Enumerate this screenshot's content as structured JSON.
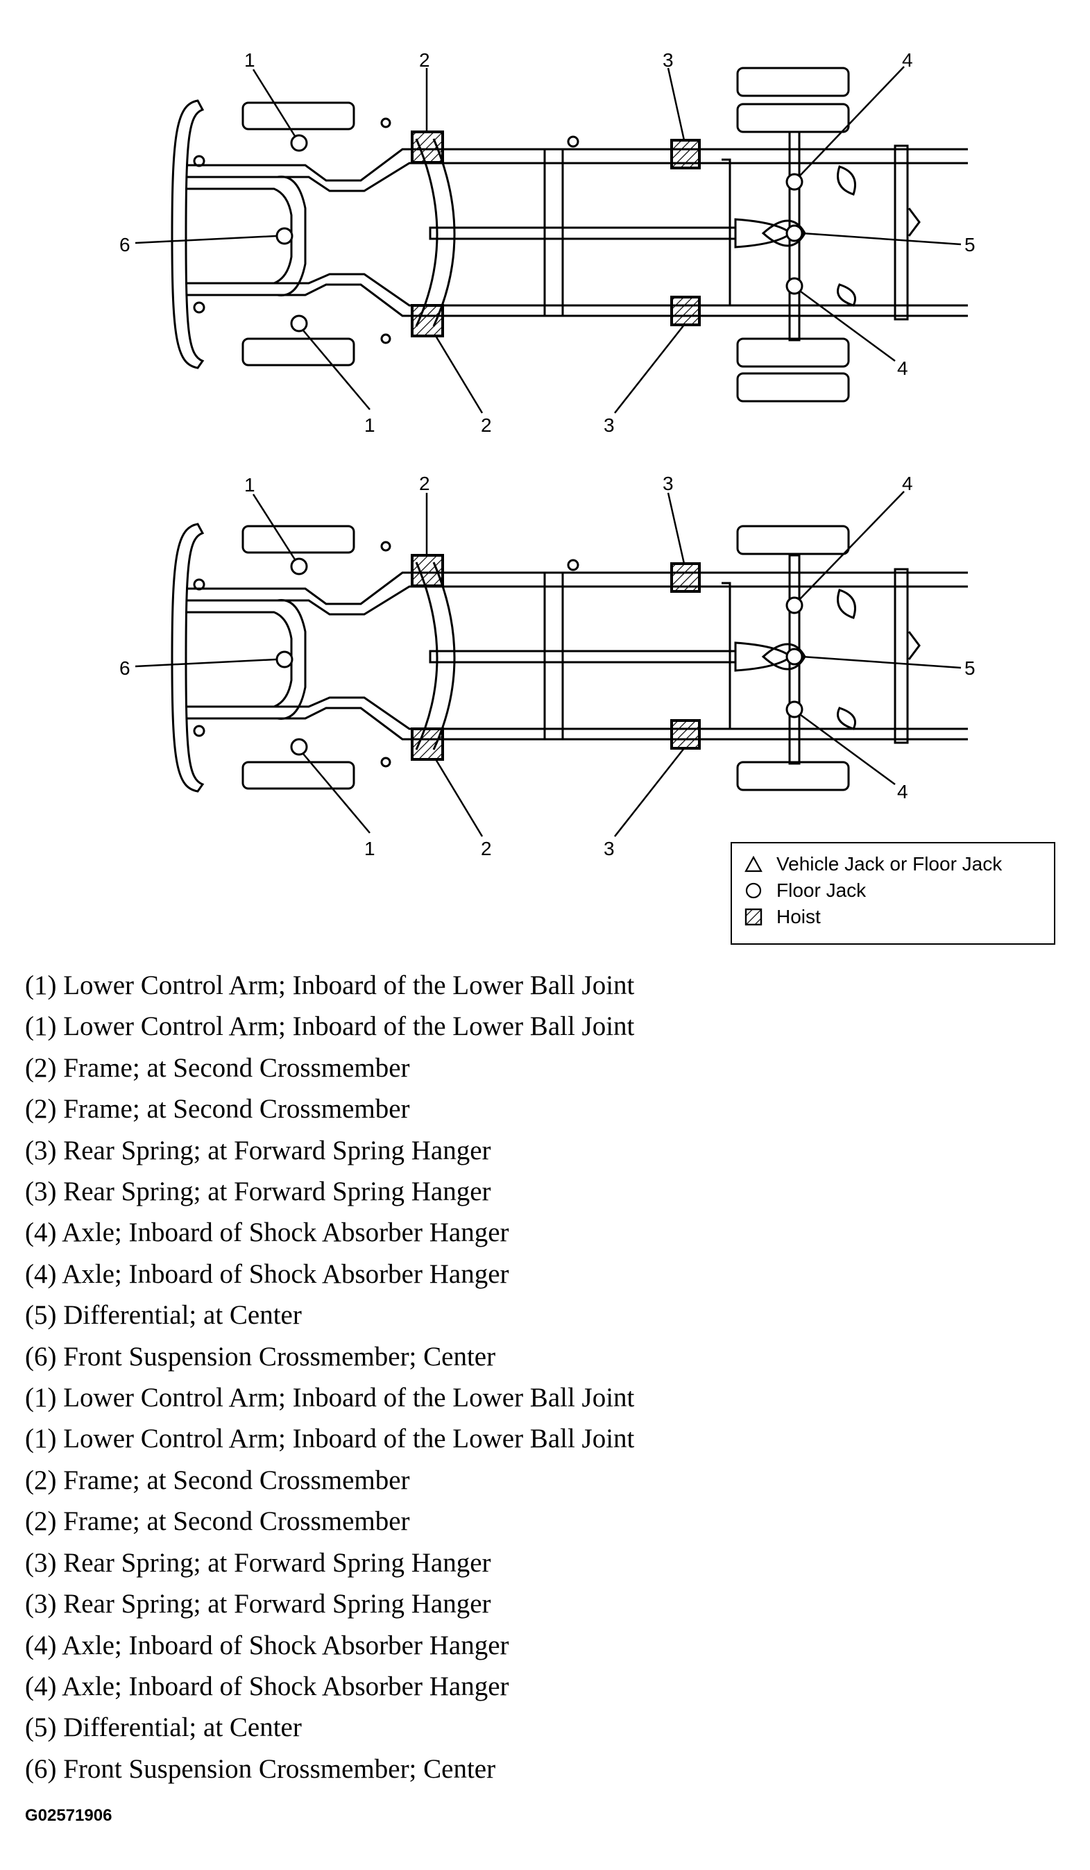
{
  "callouts": {
    "c1": "1",
    "c2": "2",
    "c3": "3",
    "c4": "4",
    "c5": "5",
    "c6": "6"
  },
  "legend": {
    "items": [
      {
        "symbol": "triangle-icon",
        "label": "Vehicle Jack or Floor Jack"
      },
      {
        "symbol": "circle-icon",
        "label": "Floor Jack"
      },
      {
        "symbol": "hatched-square-icon",
        "label": "Hoist"
      }
    ]
  },
  "descriptions": [
    "(1) Lower Control Arm; Inboard of the Lower Ball Joint",
    "(1) Lower Control Arm; Inboard of the Lower Ball Joint",
    "(2) Frame; at Second Crossmember",
    "(2) Frame; at Second Crossmember",
    "(3) Rear Spring; at Forward Spring Hanger",
    "(3) Rear Spring; at Forward Spring Hanger",
    "(4) Axle; Inboard of Shock Absorber Hanger",
    "(4) Axle; Inboard of Shock Absorber Hanger",
    "(5) Differential; at Center",
    "(6) Front Suspension Crossmember; Center",
    "(1) Lower Control Arm; Inboard of the Lower Ball Joint",
    "(1) Lower Control Arm; Inboard of the Lower Ball Joint",
    "(2) Frame; at Second Crossmember",
    "(2) Frame; at Second Crossmember",
    "(3) Rear Spring; at Forward Spring Hanger",
    "(3) Rear Spring; at Forward Spring Hanger",
    "(4) Axle; Inboard of Shock Absorber Hanger",
    "(4) Axle; Inboard of Shock Absorber Hanger",
    "(5) Differential; at Center",
    "(6) Front Suspension Crossmember; Center"
  ],
  "figure_code": "G02571906",
  "colors": {
    "ink": "#000000",
    "paper": "#ffffff"
  }
}
